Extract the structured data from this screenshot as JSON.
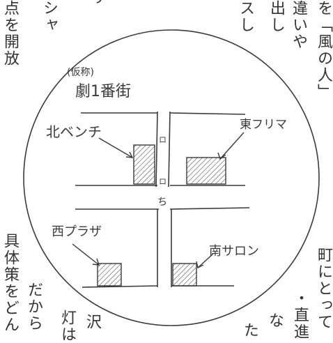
{
  "text_columns": {
    "left_top": [
      "点を開放",
      "シャ",
      "す"
    ],
    "right_top": [
      "スし",
      "出し",
      "違いや",
      "を「風の人」"
    ],
    "left_bottom": [
      "具体策をどん",
      "だから",
      "灯は",
      "沢"
    ],
    "right_bottom": [
      "町にとって",
      "・直進",
      "な",
      "た"
    ]
  },
  "sketch": {
    "caption": "(仮称)",
    "title": "劇1番街",
    "labels": {
      "north": "北ベンチ",
      "east": "東フリマ",
      "west": "西プラザ",
      "south": "南サロン"
    },
    "center_marks": [
      "ロ",
      "ロ",
      "ち"
    ]
  },
  "colors": {
    "ink": "#333333",
    "hatch": "#555555"
  }
}
